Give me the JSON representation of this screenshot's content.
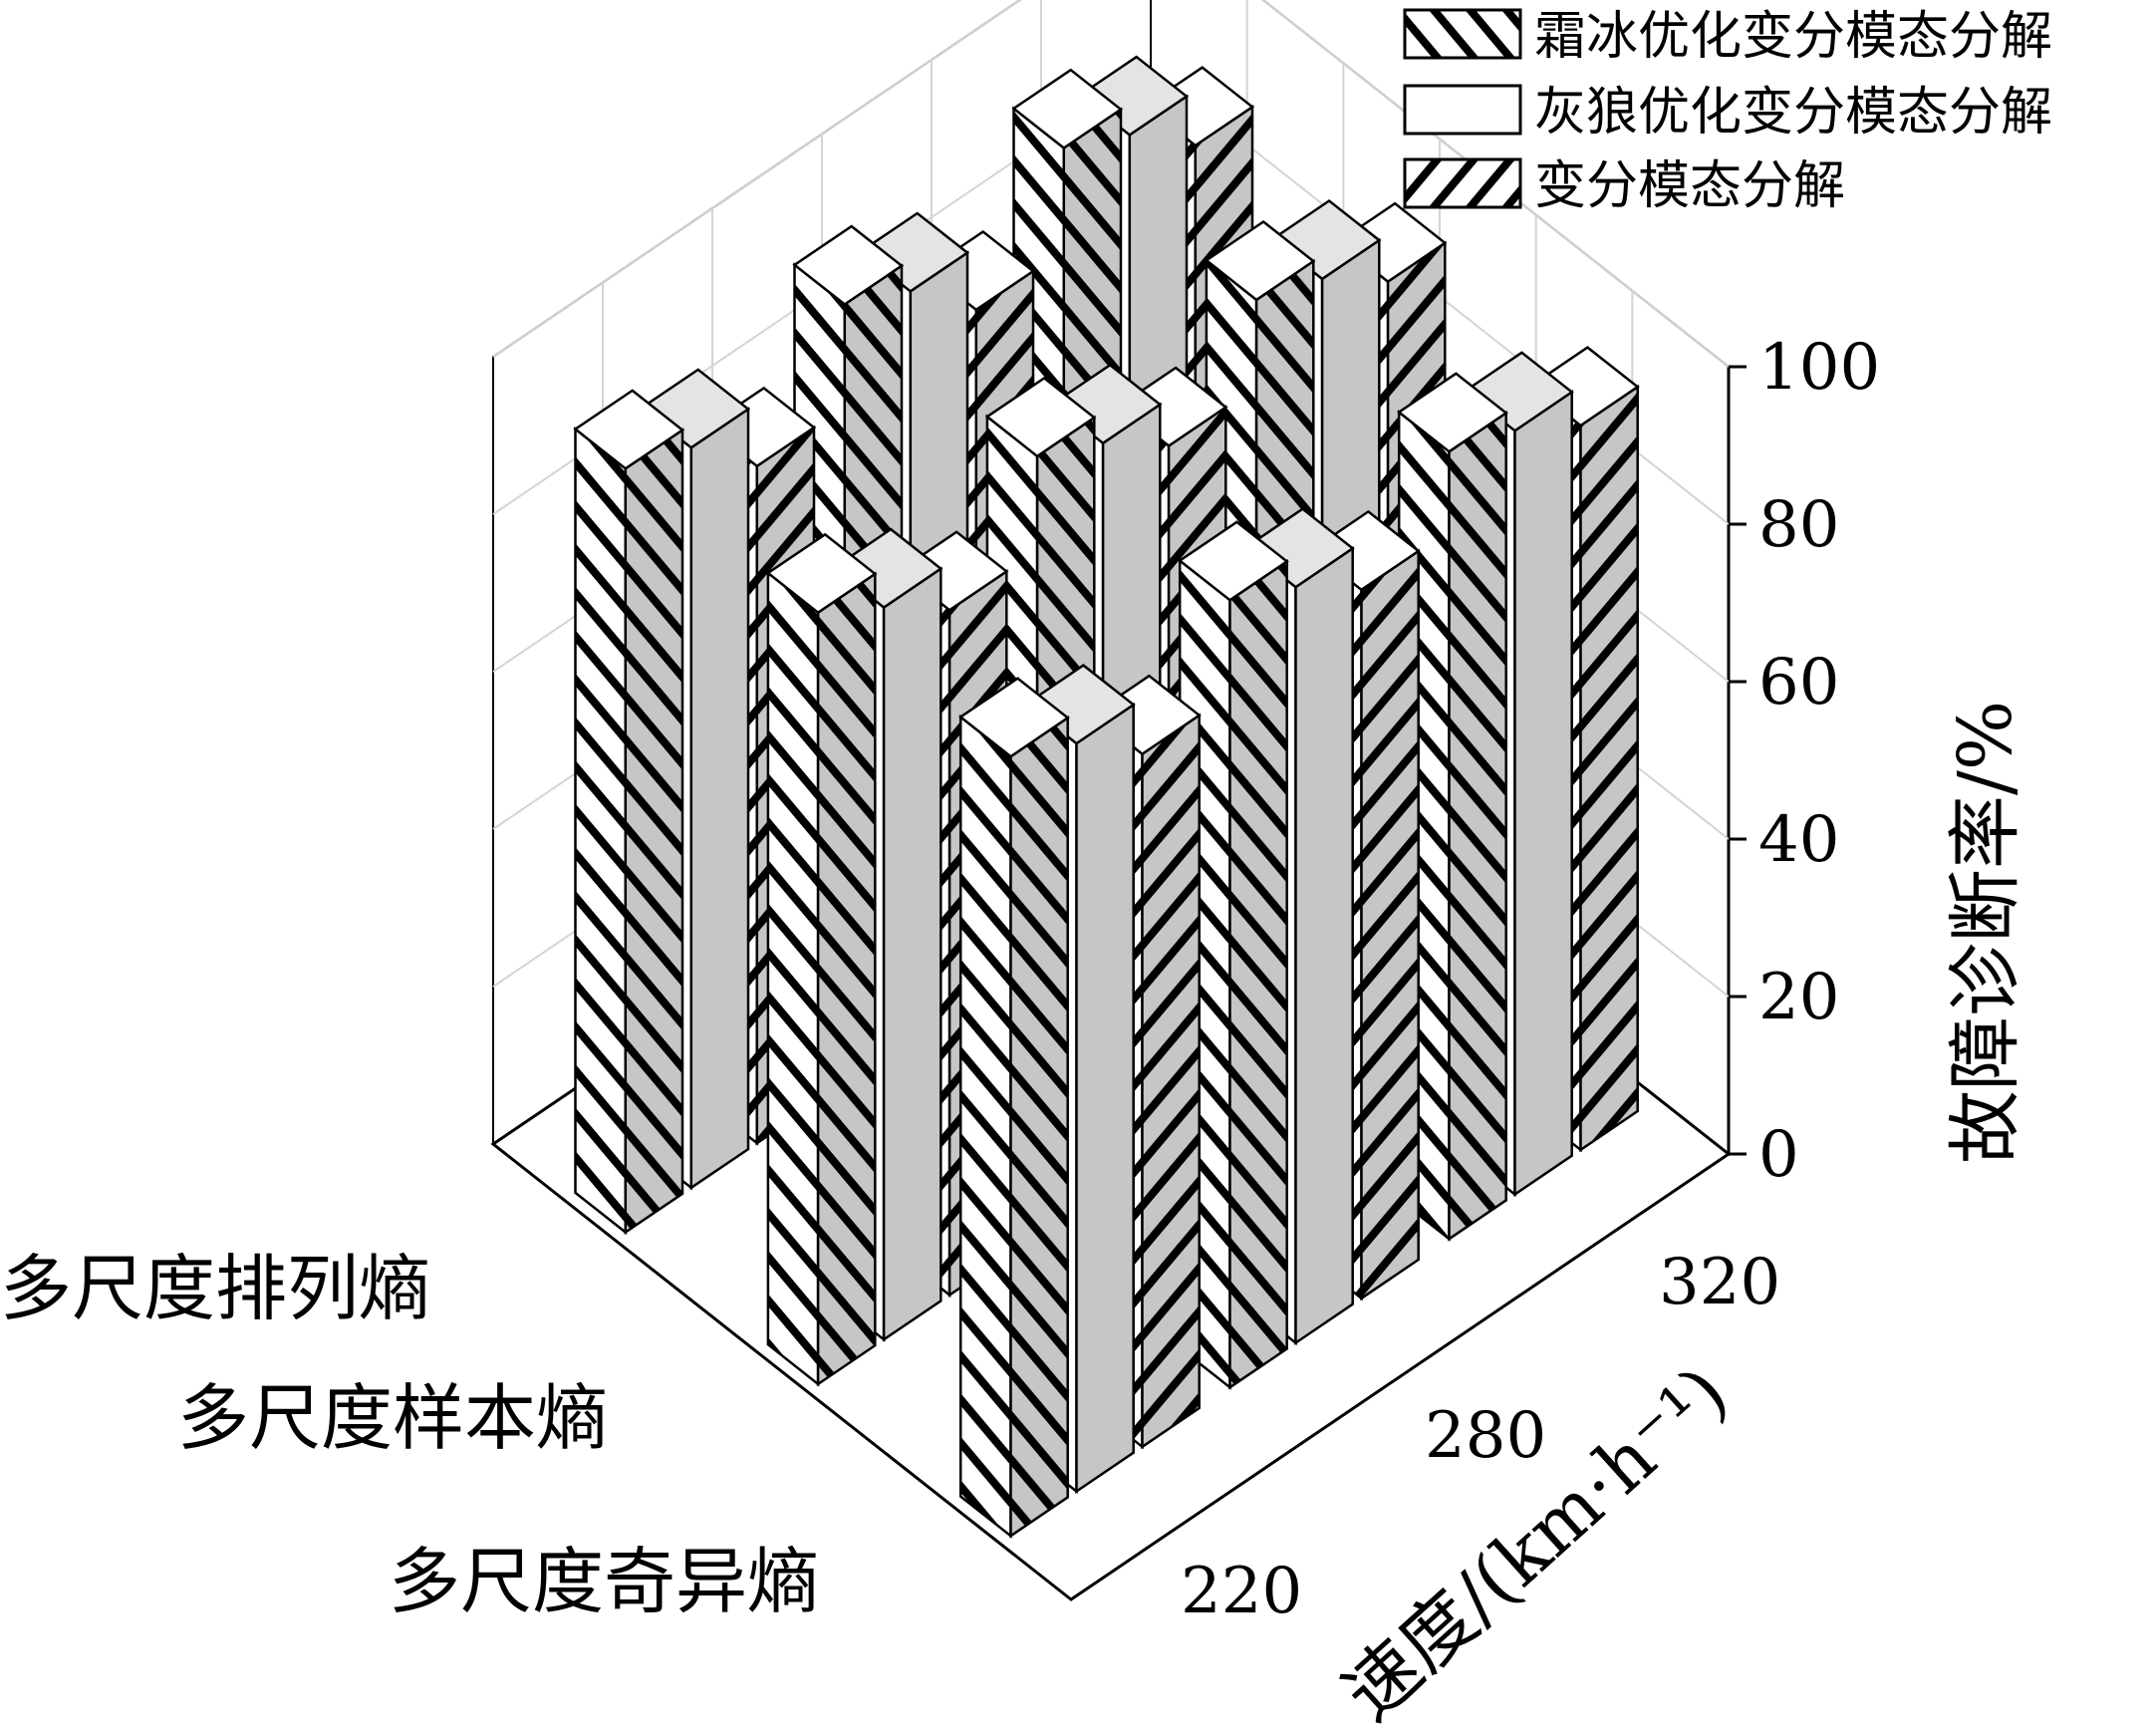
{
  "chart_data": {
    "type": "bar3d",
    "title": "",
    "zlabel": "故障诊断率/%",
    "ylabel": "速度/(km·h⁻¹)",
    "zlim": [
      0,
      100
    ],
    "zticks": [
      "0",
      "20",
      "40",
      "60",
      "80",
      "100"
    ],
    "categories": [
      "多尺度排列熵",
      "多尺度样本熵",
      "多尺度奇异熵"
    ],
    "speeds": [
      "220",
      "280",
      "320"
    ],
    "series": [
      {
        "name": "霜冰优化变分模态分解",
        "pattern": "hatch-forward",
        "values": [
          [
            97,
            99,
            100
          ],
          [
            98,
            99,
            100
          ],
          [
            99,
            100,
            100
          ]
        ]
      },
      {
        "name": "灰狼优化变分模态分解",
        "pattern": "plain",
        "values": [
          [
            94,
            95,
            96
          ],
          [
            93,
            95,
            97
          ],
          [
            95,
            96,
            97
          ]
        ]
      },
      {
        "name": "变分模态分解",
        "pattern": "hatch-back",
        "values": [
          [
            86,
            87,
            89
          ],
          [
            87,
            89,
            91
          ],
          [
            88,
            90,
            92
          ]
        ]
      }
    ],
    "grid": true,
    "legend_position": "top-right"
  },
  "colors": {
    "face_front": "#ffffff",
    "face_side": "#c6c6c6",
    "face_top": "#e4e4e4",
    "line": "#000000",
    "grid": "#d4d4d4"
  }
}
